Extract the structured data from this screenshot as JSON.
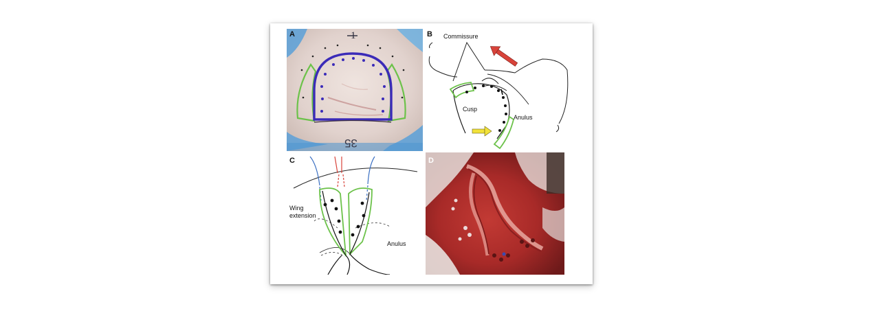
{
  "panels": {
    "a": {
      "label": "A",
      "marker_top": "1",
      "marker_bottom": "35"
    },
    "b": {
      "label": "B",
      "commissure": "Commissure",
      "cusp": "Cusp",
      "anulus": "Anulus"
    },
    "c": {
      "label": "C",
      "wing_line1": "Wing",
      "wing_line2": "extension",
      "anulus": "Anulus"
    },
    "d": {
      "label": "D"
    }
  },
  "colors": {
    "suture_blue": "#3b2bb8",
    "green_outline": "#6cc24a",
    "arrow_red": "#d8433a",
    "arrow_yellow": "#f2e23a",
    "tissue_red": "#b3272a",
    "backdrop_blue": "#5aa0d8"
  }
}
